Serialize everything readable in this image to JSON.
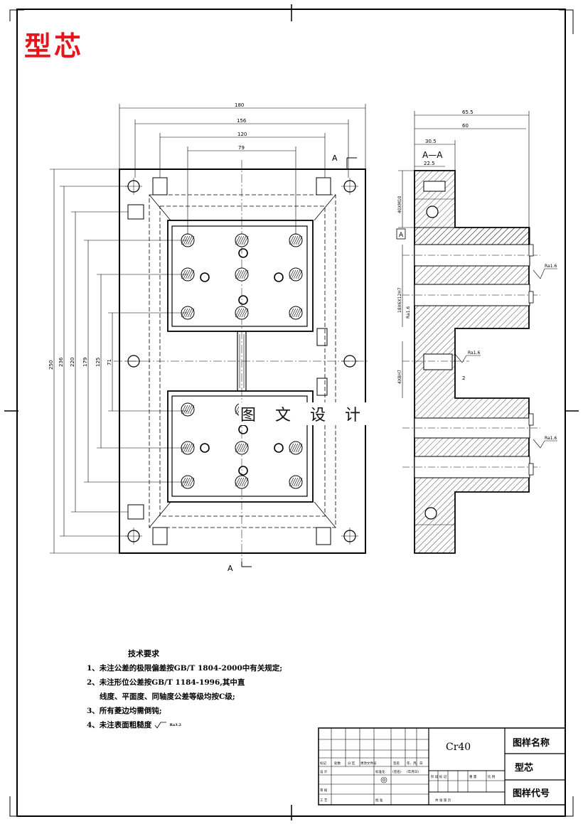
{
  "drawing": {
    "title": "型芯",
    "watermark": "图 文 设 计",
    "section_label": "A—A",
    "section_marker_top": "A",
    "section_marker_bottom": "A",
    "datum_label": "A"
  },
  "dimensions": {
    "top_view": {
      "width_overall": "180",
      "width_156": "156",
      "width_120": "120",
      "width_79": "79",
      "height_overall": "250",
      "height_236": "236",
      "height_220": "220",
      "height_179": "179",
      "height_125": "125",
      "height_71": "71"
    },
    "section_view": {
      "d65_5": "65.5",
      "d60": "60",
      "d30_5": "30.5",
      "d22_5": "22.5",
      "d40": "40XM10",
      "d18": "18X6X12H7",
      "d4": "4X8H7",
      "ra1": "Ra1.6",
      "ra2": "Ra1.6",
      "ra3": "Ra1.6",
      "ra4": "Ra1.6",
      "small_2": "2"
    }
  },
  "notes": {
    "heading": "技术要求",
    "items": [
      "1、未注公差的极限偏差按GB/T 1804-2000中有关规定;",
      "2、未注形位公差按GB/T 1184-1996,其中直",
      "线度、平面度、同轴度公差等级均按C级;",
      "3、所有菱边均需倒钝;",
      "4、未注表面粗糙度"
    ],
    "roughness_value": "Ra3.2"
  },
  "title_block": {
    "material": "Cr40",
    "name_label": "图样名称",
    "name_value": "型芯",
    "code_label": "图样代号",
    "row_labels": [
      "标记",
      "处数",
      "分 区",
      "更改文件号",
      "签名",
      "年、月、日"
    ],
    "design": "设 计",
    "standardize": "标准化",
    "sign": "(签名)",
    "date": "(年月日)",
    "stage": "阶 段 标 记",
    "weight": "重 量",
    "scale": "比 例",
    "review": "审 核",
    "process": "工 艺",
    "approve": "批 准",
    "sheets": "共   张   第   页"
  }
}
